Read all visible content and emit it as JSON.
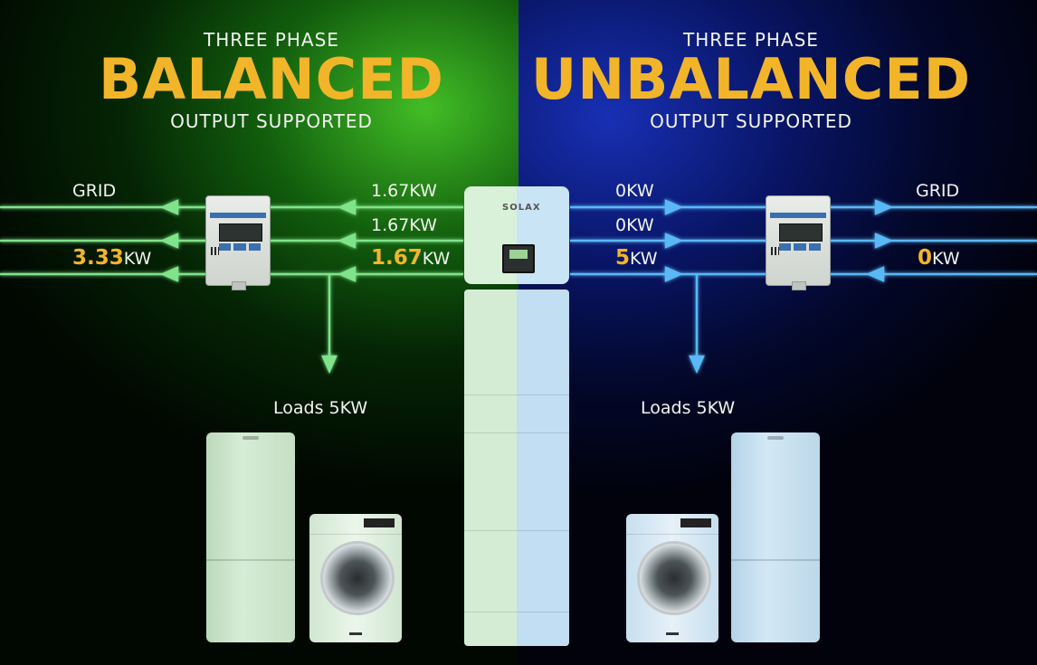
{
  "left": {
    "small_title": "THREE PHASE",
    "big_title": "BALANCED",
    "subtitle": "OUTPUT SUPPORTED",
    "grid_label": "GRID",
    "grid_total_value": "3.33",
    "grid_total_unit": "KW",
    "phase_1": "1.67KW",
    "phase_2": "1.67KW",
    "phase_3_value": "1.67",
    "phase_3_unit": "KW",
    "loads": "Loads 5KW"
  },
  "right": {
    "small_title": "THREE PHASE",
    "big_title": "UNBALANCED",
    "subtitle": "OUTPUT SUPPORTED",
    "grid_label": "GRID",
    "grid_total_value": "0",
    "grid_total_unit": "KW",
    "phase_1": "0KW",
    "phase_2": "0KW",
    "phase_3_value": "5",
    "phase_3_unit": "KW",
    "loads": "Loads 5KW"
  },
  "inverter": {
    "brand": "SOLAX"
  },
  "colors": {
    "accent": "#f2b52a",
    "green_line": "#7fe38a",
    "blue_line": "#5ab8f5",
    "left_appliance": "#cfe8cf",
    "right_appliance": "#c2dff0"
  },
  "icons": [
    "arrow-left-icon",
    "arrow-right-icon",
    "arrow-down-icon",
    "smart-meter-icon",
    "fridge-icon",
    "washing-machine-icon",
    "inverter-icon",
    "battery-stack-icon"
  ]
}
